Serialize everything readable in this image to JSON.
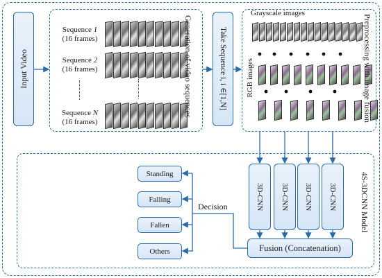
{
  "input": {
    "label": "Input Video"
  },
  "generation": {
    "title": "Generation of video sequences",
    "sequences": [
      {
        "name": "Sequence ",
        "index": "1",
        "frames": "(16 frames)"
      },
      {
        "name": "Sequence ",
        "index": "2",
        "frames": "(16 frames)"
      },
      {
        "name": "Sequence ",
        "index": "N",
        "frames": "(16 frames)"
      }
    ]
  },
  "take": {
    "label": "Take Sequence i, i ∈[1,N]"
  },
  "preprocess": {
    "title": "Preprocessing with image fusion",
    "grayscale_label": "Grayscale images",
    "rgb_label": "RGB images"
  },
  "model": {
    "title": "4S-3DCNN Model",
    "cnn_labels": [
      "3D-CNN",
      "3D-CNN",
      "3D-CNN",
      "3D-CNN"
    ],
    "fusion_label": "Fusion (Concatenation)",
    "decision_label": "Decision",
    "outputs": [
      "Standing",
      "Falling",
      "Fallen",
      "Others"
    ]
  },
  "colors": {
    "accent": "#2b6aa8",
    "fill": "#dce9f7"
  }
}
